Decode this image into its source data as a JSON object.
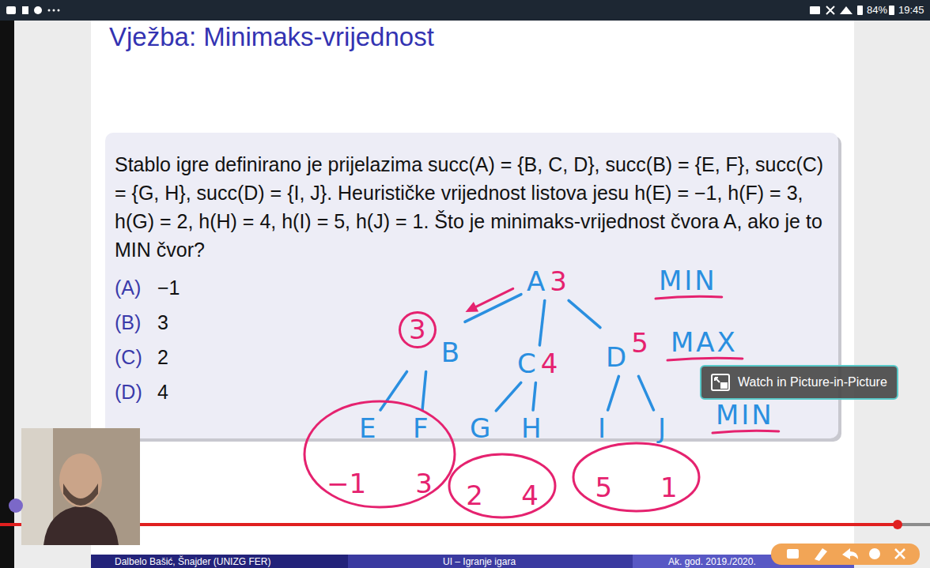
{
  "diagram": {
    "title": "Vježba: Minimaks-vrijednost",
    "nodes": [
      {
        "text": [
          "Stablo igre definirano je prijelazima succ(A) = {B, C, D}, succ(B) = {E, F}, succ(C) = {G, H}, succ(D) = {I, J}. Heurističke vrijednost listova jesu h(E) = −1, h(F) = 3, h(G) = 2, h(H) = 4, h(I) = 5, h(J) = 1. Što je minimaks-vrijednost čvora A, ako je to MIN čvor?",
          "(A)",
          "−1",
          "(B)",
          "3",
          "(C)",
          "2",
          "(D)",
          "4"
        ]
      },
      {
        "text": [
          "A",
          "3"
        ]
      },
      {
        "text": [
          "B",
          "3"
        ]
      },
      {
        "text": [
          "C",
          "4"
        ]
      },
      {
        "text": [
          "D",
          "5"
        ]
      },
      {
        "text": [
          "E"
        ]
      },
      {
        "text": [
          "F"
        ]
      },
      {
        "text": [
          "G"
        ]
      },
      {
        "text": [
          "H"
        ]
      },
      {
        "text": [
          "I"
        ]
      },
      {
        "text": [
          "J"
        ]
      },
      {
        "text": [
          "−1",
          "3"
        ]
      },
      {
        "text": [
          "2",
          "4"
        ]
      },
      {
        "text": [
          "5",
          "1"
        ]
      }
    ],
    "edges": [
      {
        "from": 1,
        "to": 2,
        "arrow": "to"
      },
      {
        "from": 1,
        "to": 2,
        "arrow": "none"
      },
      {
        "from": 1,
        "to": 3,
        "arrow": "none"
      },
      {
        "from": 1,
        "to": 4,
        "arrow": "none"
      },
      {
        "from": 2,
        "to": 5,
        "arrow": "none"
      },
      {
        "from": 2,
        "to": 6,
        "arrow": "none"
      },
      {
        "from": 3,
        "to": 7,
        "arrow": "none"
      },
      {
        "from": 3,
        "to": 8,
        "arrow": "none"
      },
      {
        "from": 4,
        "to": 9,
        "arrow": "none"
      },
      {
        "from": 4,
        "to": 10,
        "arrow": "none"
      }
    ],
    "labels": [
      "MIN",
      "MAX",
      "MIN",
      "Watch in Picture-in-Picture",
      "Dalbelo Bašić, Šnajder (UNIZG FER)",
      "UI – Igranje igara",
      "Ak. god. 2019./2020.",
      "84%",
      "19:45"
    ]
  }
}
